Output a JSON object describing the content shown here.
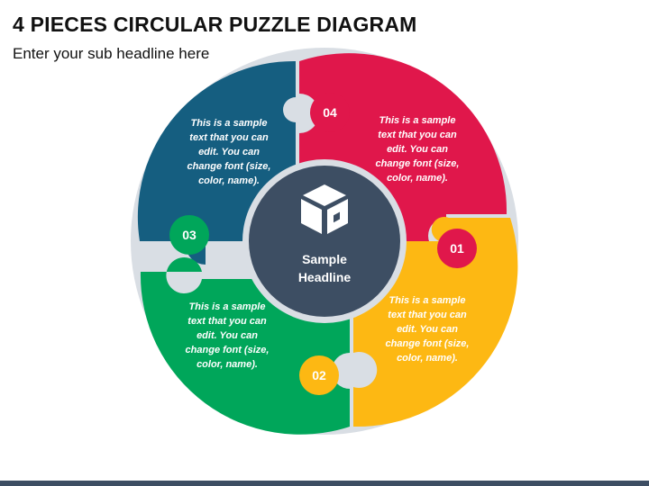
{
  "header": {
    "title": "4 PIECES CIRCULAR PUZZLE DIAGRAM",
    "subtitle": "Enter your sub headline here"
  },
  "center": {
    "label_line1": "Sample",
    "label_line2": "Headline",
    "icon": "box-icon",
    "color": "#3d4e63"
  },
  "pieces": [
    {
      "number": "01",
      "color": "#fdb813",
      "text": [
        "This is a sample",
        "text that you can",
        "edit. You can",
        "change font (size,",
        "color, name)."
      ]
    },
    {
      "number": "02",
      "color": "#00a65a",
      "text": [
        "This is a sample",
        "text that you can",
        "edit. You can",
        "change font (size,",
        "color, name)."
      ]
    },
    {
      "number": "03",
      "color": "#155e80",
      "text": [
        "This is a sample",
        "text that you can",
        "edit. You can",
        "change font (size,",
        "color, name)."
      ]
    },
    {
      "number": "04",
      "color": "#e0174b",
      "text": [
        "This is a sample",
        "text that you can",
        "edit. You can",
        "change font (size,",
        "color, name)."
      ]
    }
  ]
}
